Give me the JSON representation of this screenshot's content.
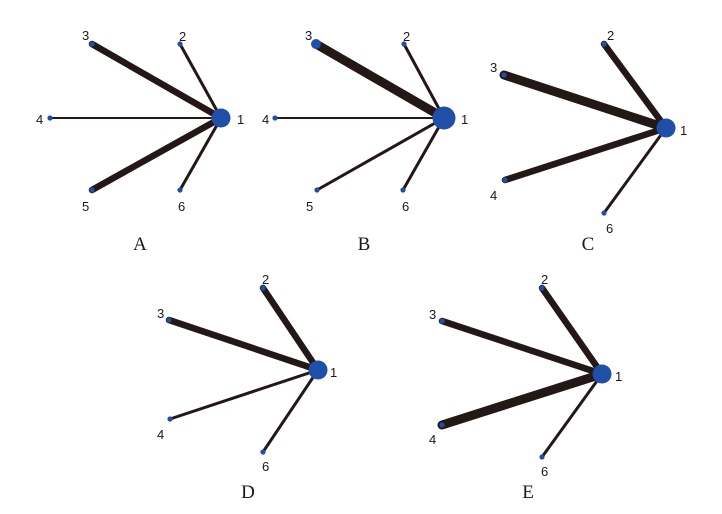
{
  "colors": {
    "edge": "#231815",
    "node": "#1f4fa8",
    "text": "#1a1a1a"
  },
  "panels": [
    {
      "label": "A",
      "nodes": [
        {
          "id": "1",
          "label": "1",
          "size": "large"
        },
        {
          "id": "2",
          "label": "2",
          "size": "small"
        },
        {
          "id": "3",
          "label": "3",
          "size": "small"
        },
        {
          "id": "4",
          "label": "4",
          "size": "small"
        },
        {
          "id": "5",
          "label": "5",
          "size": "small"
        },
        {
          "id": "6",
          "label": "6",
          "size": "small"
        }
      ],
      "edges": [
        {
          "from": "1",
          "to": "2",
          "weight": "medium"
        },
        {
          "from": "1",
          "to": "3",
          "weight": "thick"
        },
        {
          "from": "1",
          "to": "4",
          "weight": "thin"
        },
        {
          "from": "1",
          "to": "5",
          "weight": "thick"
        },
        {
          "from": "1",
          "to": "6",
          "weight": "medium"
        }
      ]
    },
    {
      "label": "B",
      "nodes": [
        {
          "id": "1",
          "label": "1",
          "size": "xlarge"
        },
        {
          "id": "2",
          "label": "2",
          "size": "small"
        },
        {
          "id": "3",
          "label": "3",
          "size": "medium"
        },
        {
          "id": "4",
          "label": "4",
          "size": "small"
        },
        {
          "id": "5",
          "label": "5",
          "size": "small"
        },
        {
          "id": "6",
          "label": "6",
          "size": "small"
        }
      ],
      "edges": [
        {
          "from": "1",
          "to": "2",
          "weight": "medium"
        },
        {
          "from": "1",
          "to": "3",
          "weight": "xthick"
        },
        {
          "from": "1",
          "to": "4",
          "weight": "thin"
        },
        {
          "from": "1",
          "to": "5",
          "weight": "medium"
        },
        {
          "from": "1",
          "to": "6",
          "weight": "medium"
        }
      ]
    },
    {
      "label": "C",
      "nodes": [
        {
          "id": "1",
          "label": "1",
          "size": "large"
        },
        {
          "id": "2",
          "label": "2",
          "size": "small"
        },
        {
          "id": "3",
          "label": "3",
          "size": "small"
        },
        {
          "id": "4",
          "label": "4",
          "size": "small"
        },
        {
          "id": "6",
          "label": "6",
          "size": "small"
        }
      ],
      "edges": [
        {
          "from": "1",
          "to": "2",
          "weight": "thick"
        },
        {
          "from": "1",
          "to": "3",
          "weight": "xthick"
        },
        {
          "from": "1",
          "to": "4",
          "weight": "thick"
        },
        {
          "from": "1",
          "to": "6",
          "weight": "medium"
        }
      ]
    },
    {
      "label": "D",
      "nodes": [
        {
          "id": "1",
          "label": "1",
          "size": "large"
        },
        {
          "id": "2",
          "label": "2",
          "size": "small"
        },
        {
          "id": "3",
          "label": "3",
          "size": "small"
        },
        {
          "id": "4",
          "label": "4",
          "size": "small"
        },
        {
          "id": "6",
          "label": "6",
          "size": "small"
        }
      ],
      "edges": [
        {
          "from": "1",
          "to": "2",
          "weight": "thick"
        },
        {
          "from": "1",
          "to": "3",
          "weight": "thick"
        },
        {
          "from": "1",
          "to": "4",
          "weight": "medium"
        },
        {
          "from": "1",
          "to": "6",
          "weight": "medium"
        }
      ]
    },
    {
      "label": "E",
      "nodes": [
        {
          "id": "1",
          "label": "1",
          "size": "large"
        },
        {
          "id": "2",
          "label": "2",
          "size": "small"
        },
        {
          "id": "3",
          "label": "3",
          "size": "small"
        },
        {
          "id": "4",
          "label": "4",
          "size": "small"
        },
        {
          "id": "6",
          "label": "6",
          "size": "small"
        }
      ],
      "edges": [
        {
          "from": "1",
          "to": "2",
          "weight": "thick"
        },
        {
          "from": "1",
          "to": "3",
          "weight": "thick"
        },
        {
          "from": "1",
          "to": "4",
          "weight": "xthick"
        },
        {
          "from": "1",
          "to": "6",
          "weight": "medium"
        }
      ]
    }
  ]
}
